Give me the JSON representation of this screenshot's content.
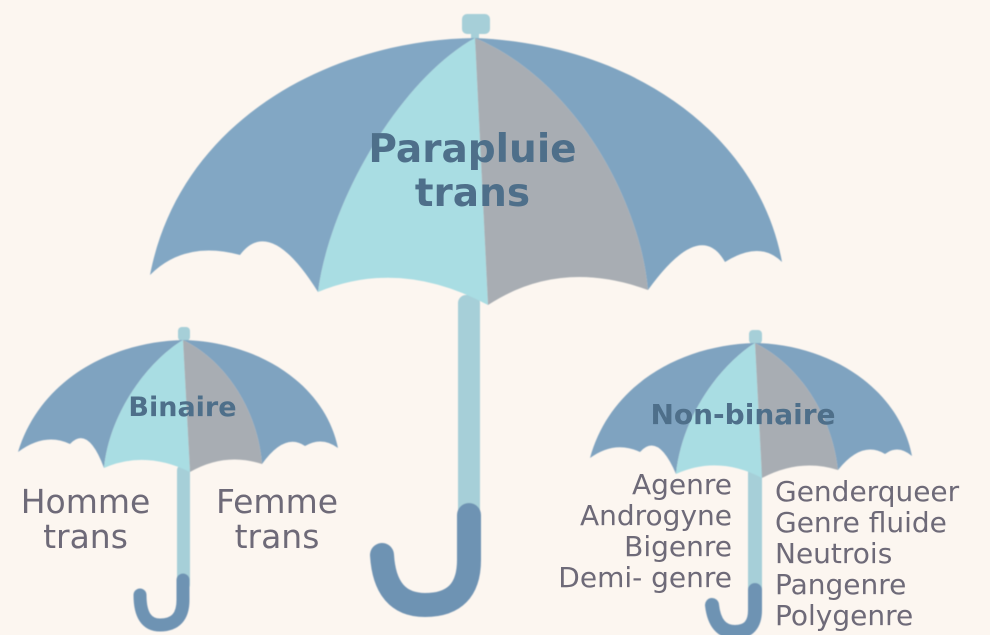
{
  "main": {
    "title_line1": "Parapluie",
    "title_line2": "trans"
  },
  "binaire": {
    "title": "Binaire",
    "left_line1": "Homme",
    "left_line2": "trans",
    "right_line1": "Femme",
    "right_line2": "trans"
  },
  "non_binaire": {
    "title": "Non-binaire",
    "left_terms": [
      "Agenre",
      "Androgyne",
      "Bigenre",
      "Demi- genre"
    ],
    "right_terms": [
      "Genderqueer",
      "Genre fluide",
      "Neutrois",
      "Pangenre",
      "Polygenre"
    ]
  },
  "colors": {
    "background": "#fcf6f0",
    "panel_dark": "#7fa3c0",
    "panel_light": "#a9dde3",
    "panel_grey": "#a8acb2",
    "handle": "#a6cfd8",
    "hook": "#6e93b3",
    "title_text": "#4e6f8a",
    "term_text": "#6e6a78"
  }
}
